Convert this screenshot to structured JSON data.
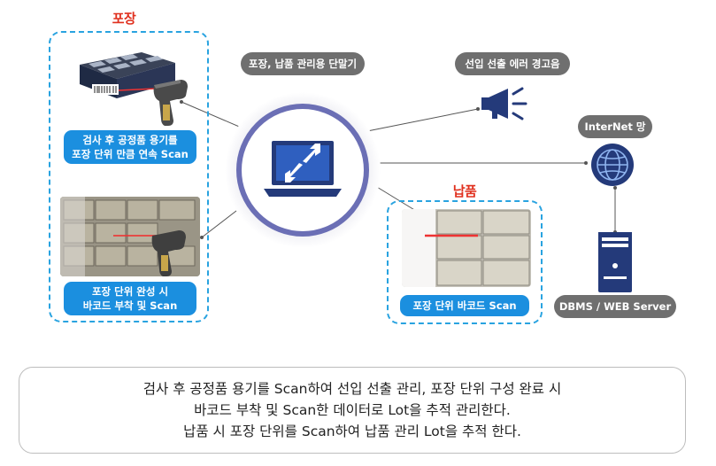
{
  "packing": {
    "title": "포장",
    "label1_line1": "검사 후 공정품 용기를",
    "label1_line2": "포장 단위 만큼 연속 Scan",
    "label2_line1": "포장 단위 완성 시",
    "label2_line2": "바코드 부착 및 Scan"
  },
  "terminal": {
    "label": "포장, 납품 관리용 단말기"
  },
  "alarm": {
    "label": "선입 선출 에러 경고음"
  },
  "internet": {
    "label": "InterNet 망"
  },
  "delivery": {
    "title": "납품",
    "label": "포장 단위 바코드 Scan"
  },
  "server": {
    "label": "DBMS / WEB Server"
  },
  "summary": {
    "line1": "검사 후 공정품 용기를 Scan하여 선입 선출 관리, 포장 단위 구성 완료 시",
    "line2": "바코드 부착 및 Scan한 데이터로 Lot을 추적 관리한다.",
    "line3": "납품 시 포장 단위를 Scan하여 납품 관리 Lot을 추적 한다."
  },
  "icons": {
    "laptop": "laptop-sync-icon",
    "megaphone": "megaphone-icon",
    "globe": "globe-icon",
    "server": "server-icon",
    "scanner": "barcode-scanner-icon"
  },
  "colors": {
    "accent_blue": "#1b8fdf",
    "dash_blue": "#29a3e0",
    "title_red": "#e0301e",
    "ring_purple": "#6b6fb5",
    "pill_grey": "#6f6f6f"
  }
}
